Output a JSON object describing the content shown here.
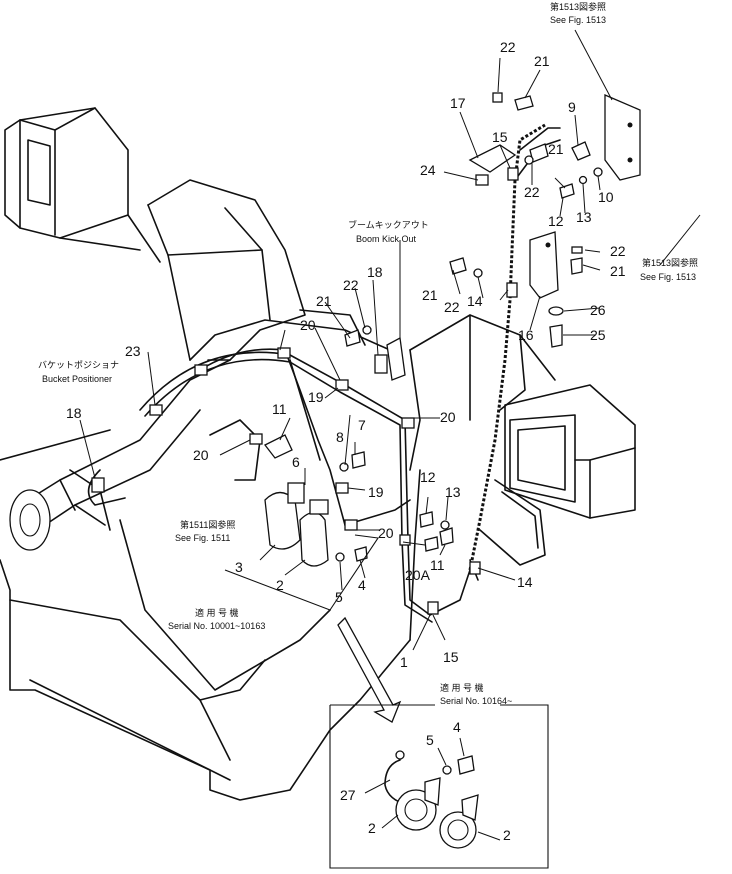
{
  "notes": {
    "ref_1513_top_jp": "第1513図参照",
    "ref_1513_top_en": "See Fig. 1513",
    "ref_1513_right_jp": "第1513図参照",
    "ref_1513_right_en": "See Fig. 1513",
    "boom_kickout_jp": "ブームキックアウト",
    "boom_kickout_en": "Boom Kick Out",
    "bucket_positioner_jp": "バケットポジショナ",
    "bucket_positioner_en": "Bucket Positioner",
    "ref_1511_jp": "第1511図参照",
    "ref_1511_en": "See Fig. 1511",
    "serial_a_jp": "適 用 号 機",
    "serial_a_en": "Serial No. 10001~10163",
    "serial_b_jp": "適 用 号 機",
    "serial_b_en": "Serial No. 10164~"
  },
  "callouts": {
    "c1": "1",
    "c2a": "2",
    "c2b": "2",
    "c2c": "2",
    "c3": "3",
    "c4a": "4",
    "c4b": "4",
    "c5a": "5",
    "c5b": "5",
    "c6": "6",
    "c7": "7",
    "c8": "8",
    "c9": "9",
    "c10": "10",
    "c11a": "11",
    "c11b": "11",
    "c12a": "12",
    "c12b": "12",
    "c13a": "13",
    "c13b": "13",
    "c14a": "14",
    "c14b": "14",
    "c15a": "15",
    "c15b": "15",
    "c16": "16",
    "c17": "17",
    "c18a": "18",
    "c18b": "18",
    "c19a": "19",
    "c19b": "19",
    "c20a": "20",
    "c20b": "20",
    "c20c": "20",
    "c20d": "20",
    "c20A": "20A",
    "c21a": "21",
    "c21b": "21",
    "c21c": "21",
    "c21d": "21",
    "c21e": "21",
    "c22a": "22",
    "c22b": "22",
    "c22c": "22",
    "c22d": "22",
    "c22e": "22",
    "c23": "23",
    "c24": "24",
    "c25": "25",
    "c26": "26",
    "c27": "27"
  }
}
